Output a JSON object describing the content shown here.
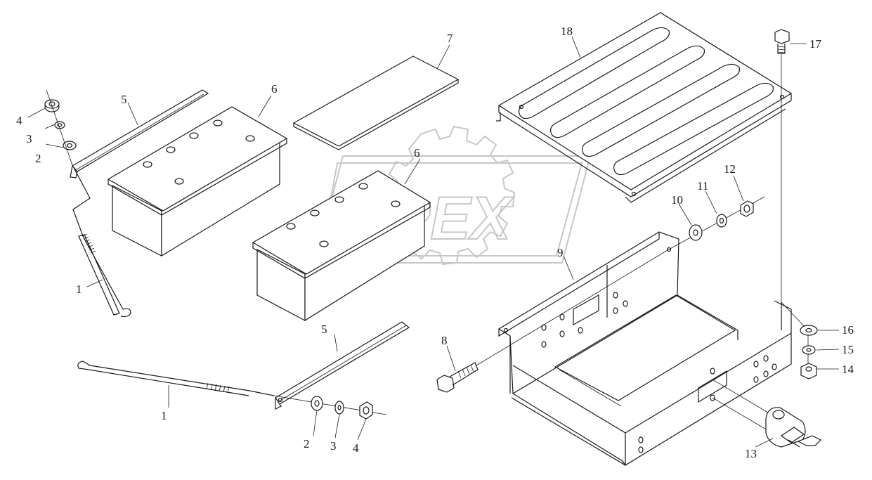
{
  "diagram": {
    "watermark_text": "OPEX",
    "callouts": [
      {
        "id": "c1a",
        "label": "1"
      },
      {
        "id": "c1b",
        "label": "1"
      },
      {
        "id": "c2a",
        "label": "2"
      },
      {
        "id": "c2b",
        "label": "2"
      },
      {
        "id": "c3a",
        "label": "3"
      },
      {
        "id": "c3b",
        "label": "3"
      },
      {
        "id": "c4a",
        "label": "4"
      },
      {
        "id": "c4b",
        "label": "4"
      },
      {
        "id": "c5a",
        "label": "5"
      },
      {
        "id": "c5b",
        "label": "5"
      },
      {
        "id": "c6a",
        "label": "6"
      },
      {
        "id": "c6b",
        "label": "6"
      },
      {
        "id": "c7",
        "label": "7"
      },
      {
        "id": "c8",
        "label": "8"
      },
      {
        "id": "c9",
        "label": "9"
      },
      {
        "id": "c10",
        "label": "10"
      },
      {
        "id": "c11",
        "label": "11"
      },
      {
        "id": "c12",
        "label": "12"
      },
      {
        "id": "c13",
        "label": "13"
      },
      {
        "id": "c14",
        "label": "14"
      },
      {
        "id": "c15",
        "label": "15"
      },
      {
        "id": "c16",
        "label": "16"
      },
      {
        "id": "c17",
        "label": "17"
      },
      {
        "id": "c18",
        "label": "18"
      }
    ]
  }
}
